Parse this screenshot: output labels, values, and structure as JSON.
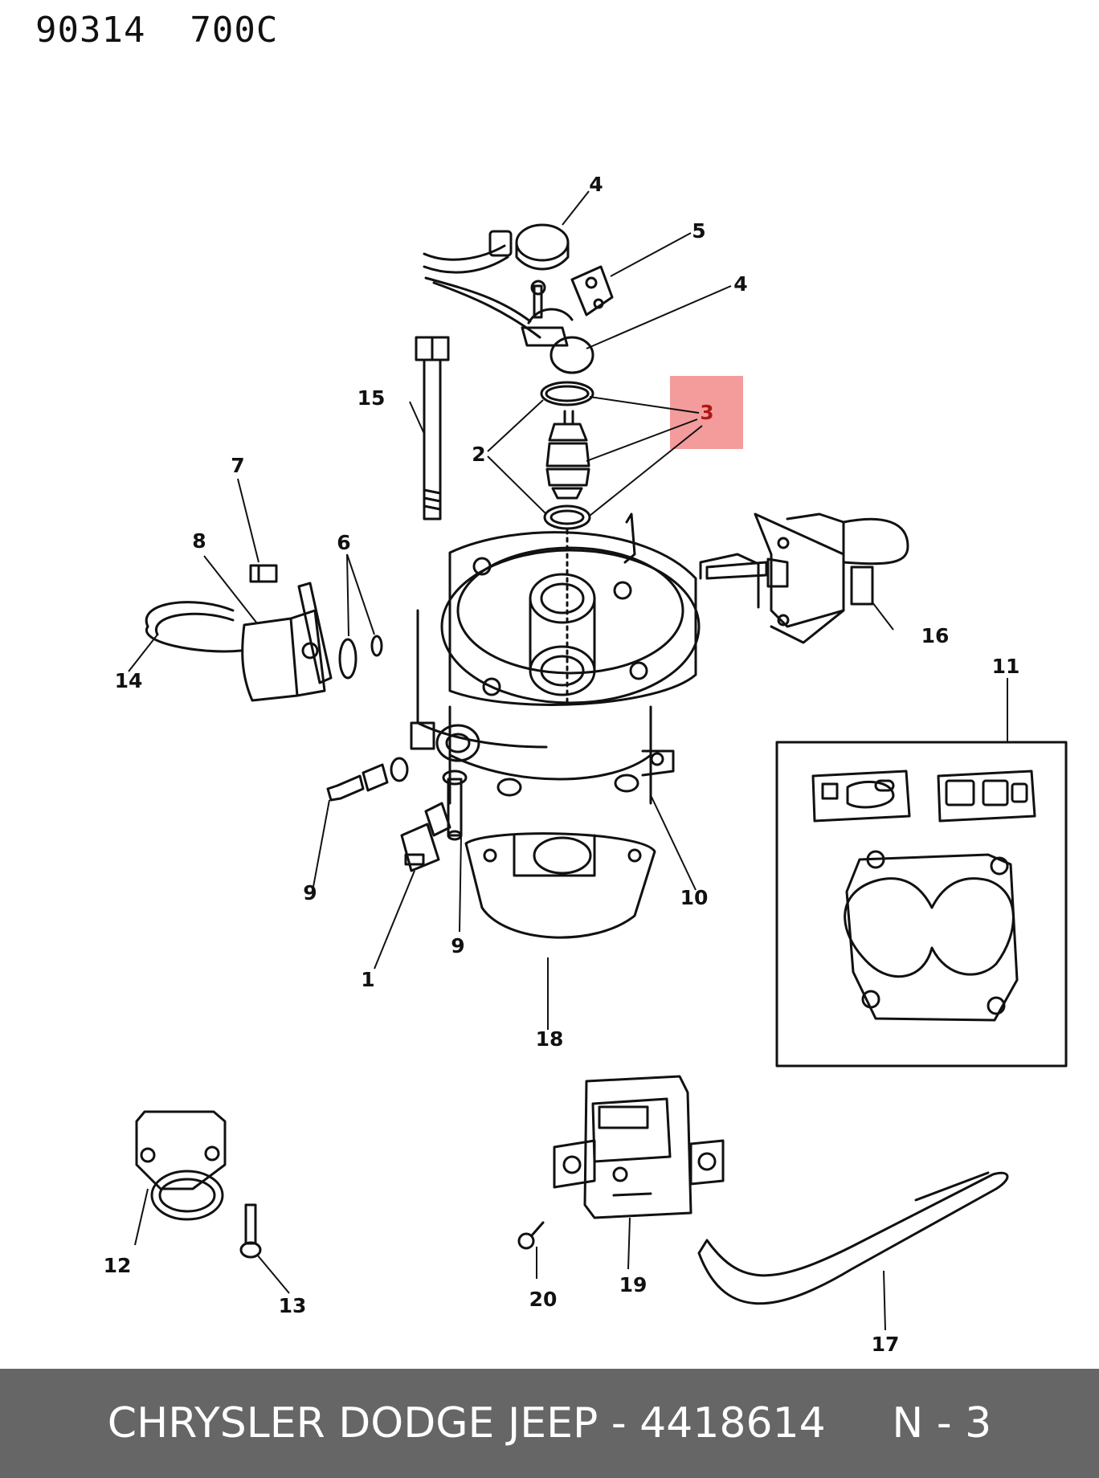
{
  "header": {
    "code": "90314  700C"
  },
  "footer": {
    "part_info": "CHRYSLER DODGE JEEP - 4418614     N - 3"
  },
  "highlight": {
    "color": "#f28b8b"
  },
  "callouts": {
    "c1": "1",
    "c2": "2",
    "c3": "3",
    "c4a": "4",
    "c4b": "4",
    "c5": "5",
    "c6": "6",
    "c7": "7",
    "c8": "8",
    "c9a": "9",
    "c9b": "9",
    "c10": "10",
    "c11": "11",
    "c12": "12",
    "c13": "13",
    "c14": "14",
    "c15": "15",
    "c16": "16",
    "c17": "17",
    "c18": "18",
    "c19": "19",
    "c20": "20"
  }
}
